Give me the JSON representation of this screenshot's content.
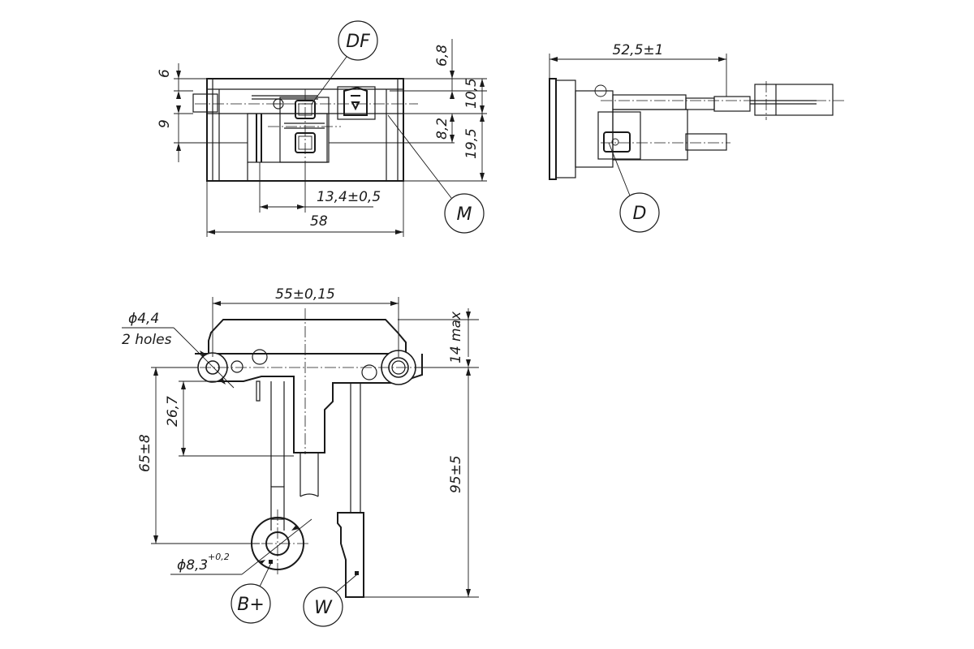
{
  "dimensions": {
    "d_6_8": "6,8",
    "d_6": "6",
    "d_10_5": "10,5",
    "d_9": "9",
    "d_8_2": "8,2",
    "d_19_5": "19,5",
    "d_13_4": "13,4±0,5",
    "d_58": "58",
    "d_52_5": "52,5±1",
    "d_55": "55±0,15",
    "d_hole_dia": "ϕ4,4",
    "d_hole_count": "2 holes",
    "d_14max": "14 max",
    "d_26_7": "26,7",
    "d_65": "65±8",
    "d_95": "95±5",
    "d_eye_dia": "ϕ8,3",
    "d_eye_tol": "+0,2"
  },
  "callouts": {
    "df": "DF",
    "m": "M",
    "d": "D",
    "bplus": "B+",
    "w": "W"
  },
  "colors": {
    "line": "#1a1a1a",
    "background": "#ffffff"
  }
}
